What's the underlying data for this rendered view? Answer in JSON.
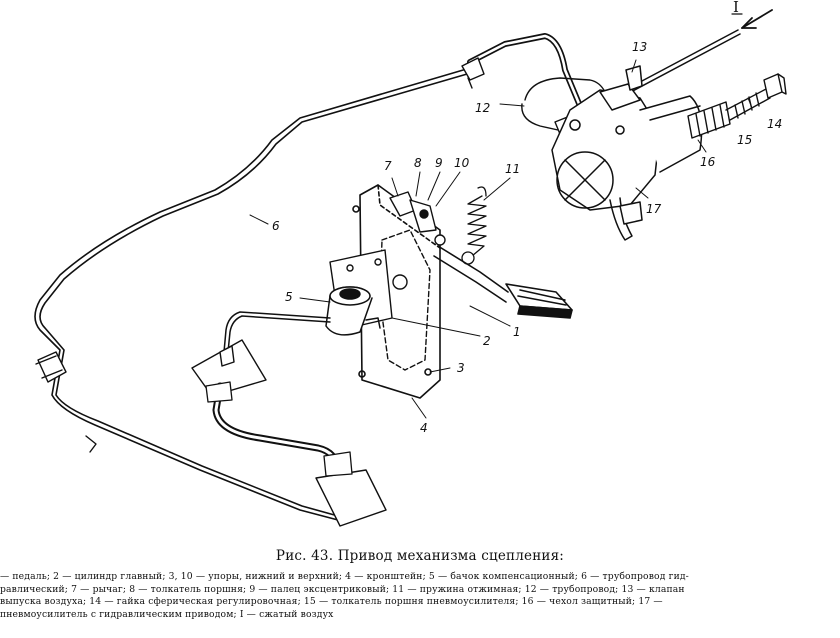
{
  "figure": {
    "callouts": {
      "c1": "1",
      "c2": "2",
      "c3": "3",
      "c4": "4",
      "c5": "5",
      "c6": "6",
      "c7": "7",
      "c8": "8",
      "c9": "9",
      "c10": "10",
      "c11": "11",
      "c12": "12",
      "c13": "13",
      "c14": "14",
      "c15": "15",
      "c16": "16",
      "c17": "17",
      "cI": "I"
    }
  },
  "caption": {
    "title": "Рис. 43. Привод механизма сцепления:",
    "legend_lines": [
      "— педаль; 2 — цилиндр главный; 3, 10 — упоры, нижний и верхний; 4 — кронштейн; 5 — бачок компенсационный; 6 — трубопровод гид-",
      "равлический; 7 — рычаг; 8 — толкатель поршня; 9 — палец эксцентриковый; 11 — пружина отжимная; 12 — трубопровод; 13 — клапан",
      "выпуска воздуха; 14 — гайка сферическая регулировочная; 15 — толкатель поршня пневмоусилителя; 16 — чехол защитный; 17 —",
      "пневмоусилитель с гидравлическим приводом; I — сжатый воздух"
    ]
  }
}
